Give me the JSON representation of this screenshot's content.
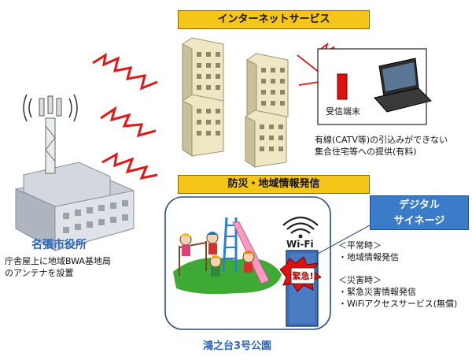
{
  "internet_service": {
    "title": "インターネットサービス",
    "receiver_label": "受信端末",
    "description_line1": "有線(CATV等)の引込みができない",
    "description_line2": "集合住宅等への提供(有料)"
  },
  "disaster_info": {
    "title": "防災・地域情報発信"
  },
  "city_hall": {
    "name": "名張市役所",
    "caption_line1": "庁舎屋上に地域BWA基地局",
    "caption_line2": "のアンテナを設置"
  },
  "park": {
    "name": "鴻之台3号公園",
    "wifi_label": "Wi-Fi",
    "emergency_label": "緊急!"
  },
  "signage": {
    "title_line1": "デジタル",
    "title_line2": "サイネージ",
    "normal_heading": "＜平常時＞",
    "normal_item": "・地域情報発信",
    "disaster_heading": "＜災害時＞",
    "disaster_item1": "・緊急災害情報発信",
    "disaster_item2": "・WiFiアクセスサービス(無償)"
  },
  "colors": {
    "title_bar": "#f5c518",
    "signal_red": "#e11818",
    "label_blue": "#2a66b8",
    "signage_blue": "#3a7cc8"
  }
}
